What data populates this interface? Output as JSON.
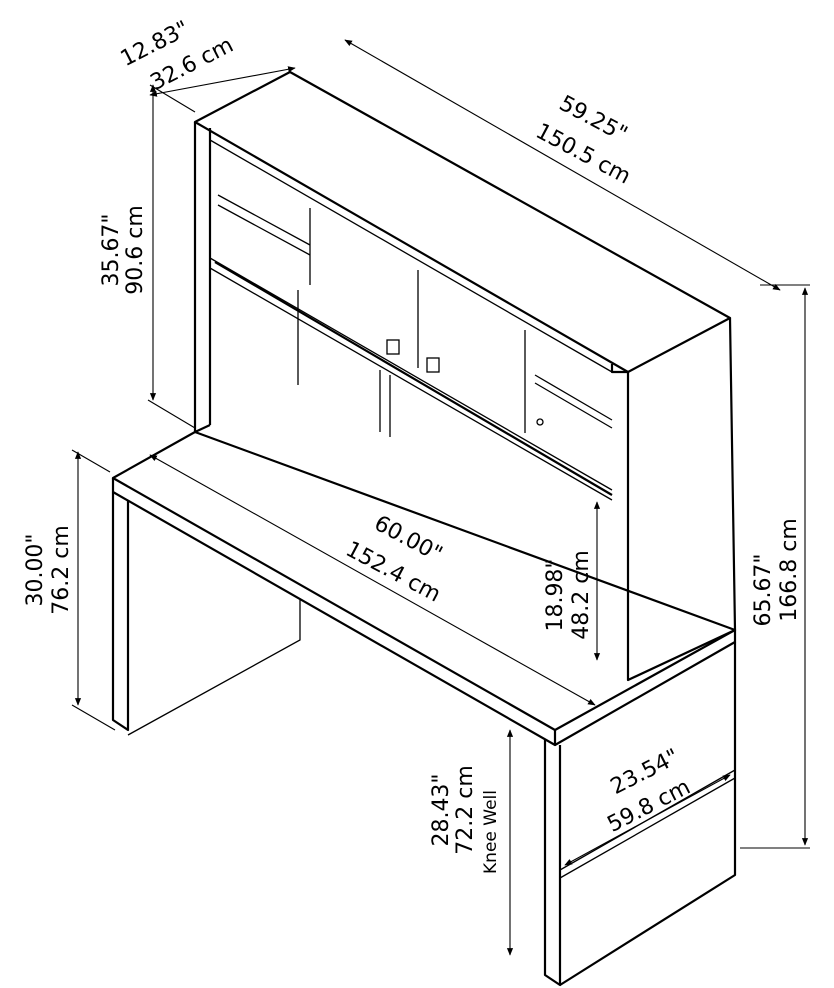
{
  "dimensions": {
    "hutch_depth": {
      "in": "12.83\"",
      "cm": "32.6 cm"
    },
    "hutch_width": {
      "in": "59.25\"",
      "cm": "150.5 cm"
    },
    "hutch_height": {
      "in": "35.67\"",
      "cm": "90.6 cm"
    },
    "overall_height": {
      "in": "65.67\"",
      "cm": "166.8 cm"
    },
    "desk_height": {
      "in": "30.00\"",
      "cm": "76.2 cm"
    },
    "desk_width": {
      "in": "60.00\"",
      "cm": "152.4 cm"
    },
    "hutch_clearance": {
      "in": "18.98\"",
      "cm": "48.2 cm"
    },
    "knee_well": {
      "in": "28.43\"",
      "cm": "72.2 cm",
      "label": "Knee Well"
    },
    "desk_depth": {
      "in": "23.54\"",
      "cm": "59.8 cm"
    }
  }
}
